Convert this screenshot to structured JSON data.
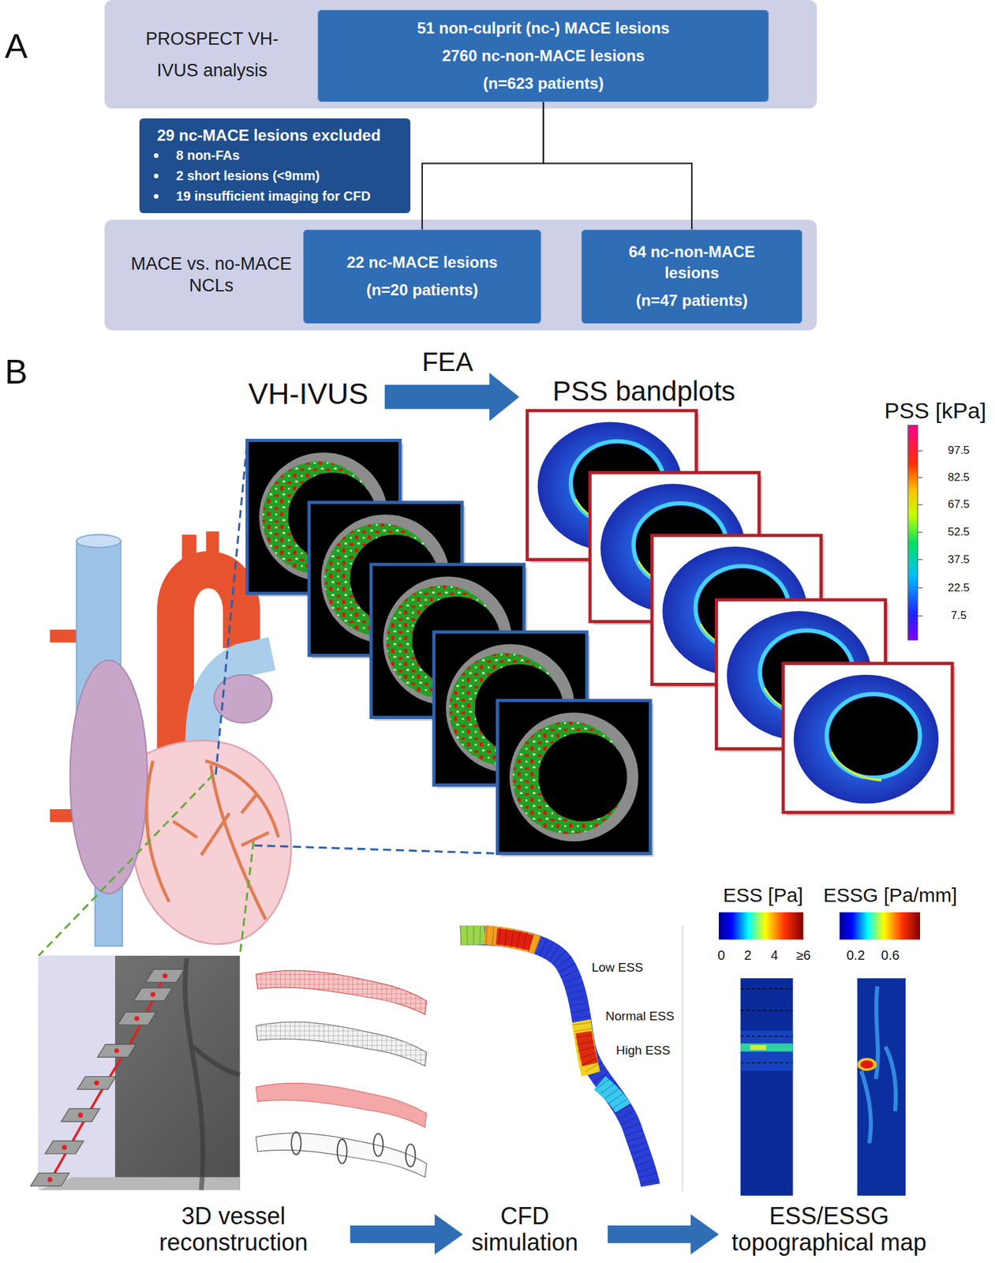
{
  "diagram": {
    "nodes": [
      {
        "text": [
          "PROSPECT VH-IVUS analysis"
        ]
      },
      {
        "text": [
          "51 non-culprit (nc-) MACE lesions",
          "2760 nc-non-MACE lesions",
          "(n=623 patients)"
        ],
        "in": 0
      },
      {
        "text": [
          "29 nc-MACE lesions excluded",
          "8 non-FAs",
          "2 short lesions (<9mm)",
          "19 insufficient imaging for CFD"
        ]
      },
      {
        "text": [
          "MACE vs. no-MACE NCLs"
        ]
      },
      {
        "text": [
          "22 nc-MACE lesions",
          "(n=20 patients)"
        ],
        "in": 3
      },
      {
        "text": [
          "64 nc-non-MACE lesions",
          "(n=47 patients)"
        ],
        "in": 3
      }
    ],
    "edges": [
      {
        "from": 1,
        "to": 4,
        "arrow": "none"
      },
      {
        "from": 1,
        "to": 5,
        "arrow": "none"
      }
    ],
    "labels": [
      "A",
      "B",
      "VH-IVUS",
      "FEA",
      "PSS bandplots",
      "PSS [kPa]",
      "97.5",
      "82.5",
      "67.5",
      "52.5",
      "37.5",
      "22.5",
      "7.5",
      "ESS [Pa]",
      "ESSG [Pa/mm]",
      "0",
      "2",
      "4",
      "≥6",
      "0.2",
      "0.6",
      "Low ESS",
      "Normal ESS",
      "High ESS",
      "3D vessel reconstruction",
      "CFD simulation",
      "ESS/ESSG topographical map"
    ]
  }
}
